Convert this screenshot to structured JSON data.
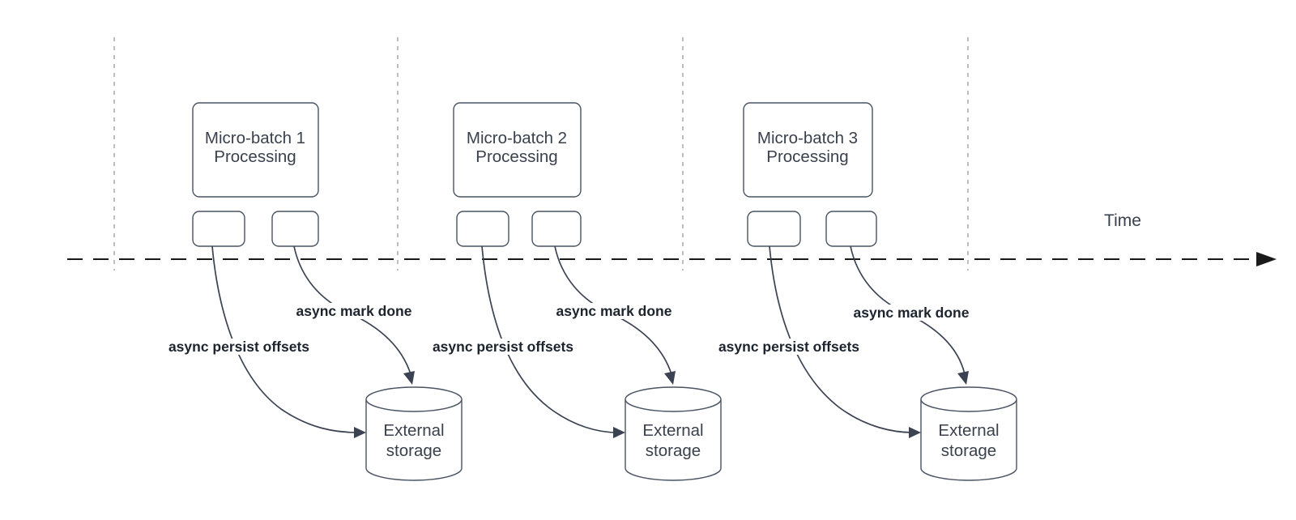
{
  "diagram": {
    "time_axis": {
      "label": "Time"
    },
    "groups": [
      {
        "box_line1": "Micro-batch 1",
        "box_line2": "Processing",
        "persist_label": "async persist offsets",
        "mark_label": "async mark done",
        "storage_line1": "External",
        "storage_line2": "storage"
      },
      {
        "box_line1": "Micro-batch 2",
        "box_line2": "Processing",
        "persist_label": "async persist offsets",
        "mark_label": "async mark done",
        "storage_line1": "External",
        "storage_line2": "storage"
      },
      {
        "box_line1": "Micro-batch 3",
        "box_line2": "Processing",
        "persist_label": "async persist offsets",
        "mark_label": "async mark done",
        "storage_line1": "External",
        "storage_line2": "storage"
      }
    ],
    "colors": {
      "background": "#ffffff",
      "time_axis_line": "#1a1a1a",
      "interval_guide_line": "#a9a9a9",
      "shape_stroke": "#4a5362",
      "arrow_stroke": "#3b4252",
      "bold_label_text": "#1d242e",
      "shape_text": "#3a414d"
    }
  }
}
